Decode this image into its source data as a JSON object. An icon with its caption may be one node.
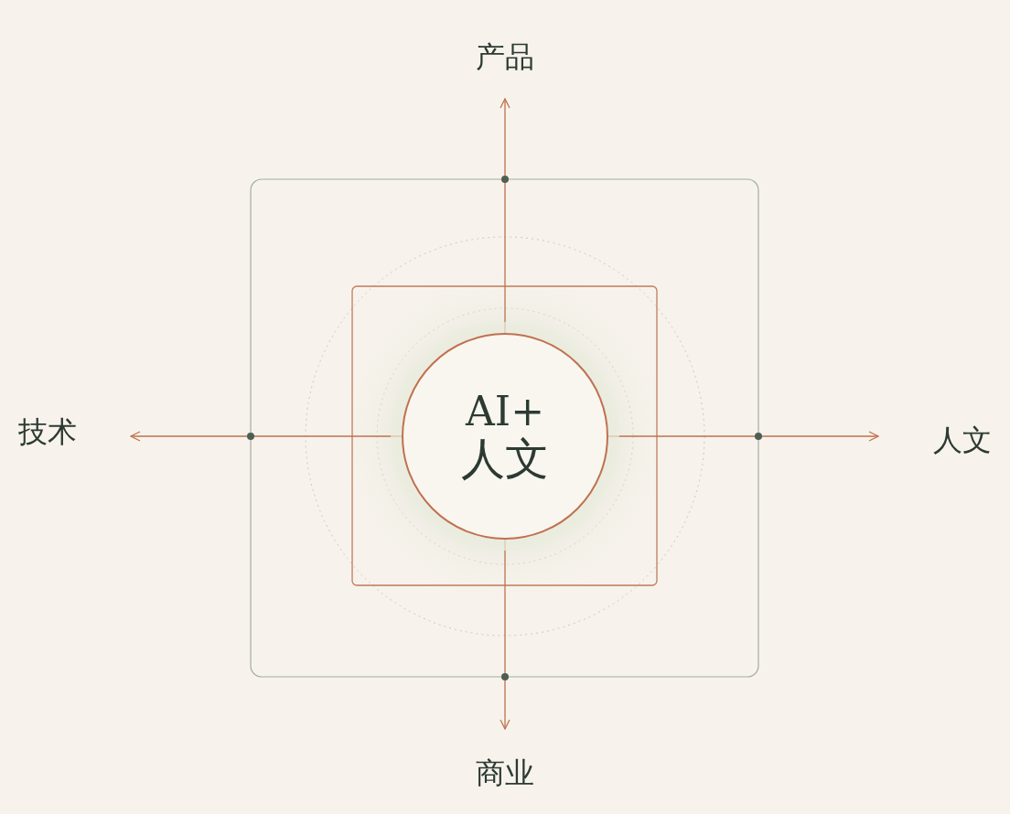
{
  "diagram": {
    "nodes": [
      {
        "text": [
          "AI+",
          "人文"
        ]
      },
      {
        "text": [
          "产品"
        ]
      },
      {
        "text": [
          "技术"
        ]
      },
      {
        "text": [
          "人文"
        ]
      },
      {
        "text": [
          "商业"
        ]
      }
    ],
    "edges": [
      {
        "from": 0,
        "to": 1,
        "arrow": "to"
      },
      {
        "from": 0,
        "to": 2,
        "arrow": "to"
      },
      {
        "from": 0,
        "to": 3,
        "arrow": "to"
      },
      {
        "from": 0,
        "to": 4,
        "arrow": "to"
      }
    ]
  }
}
